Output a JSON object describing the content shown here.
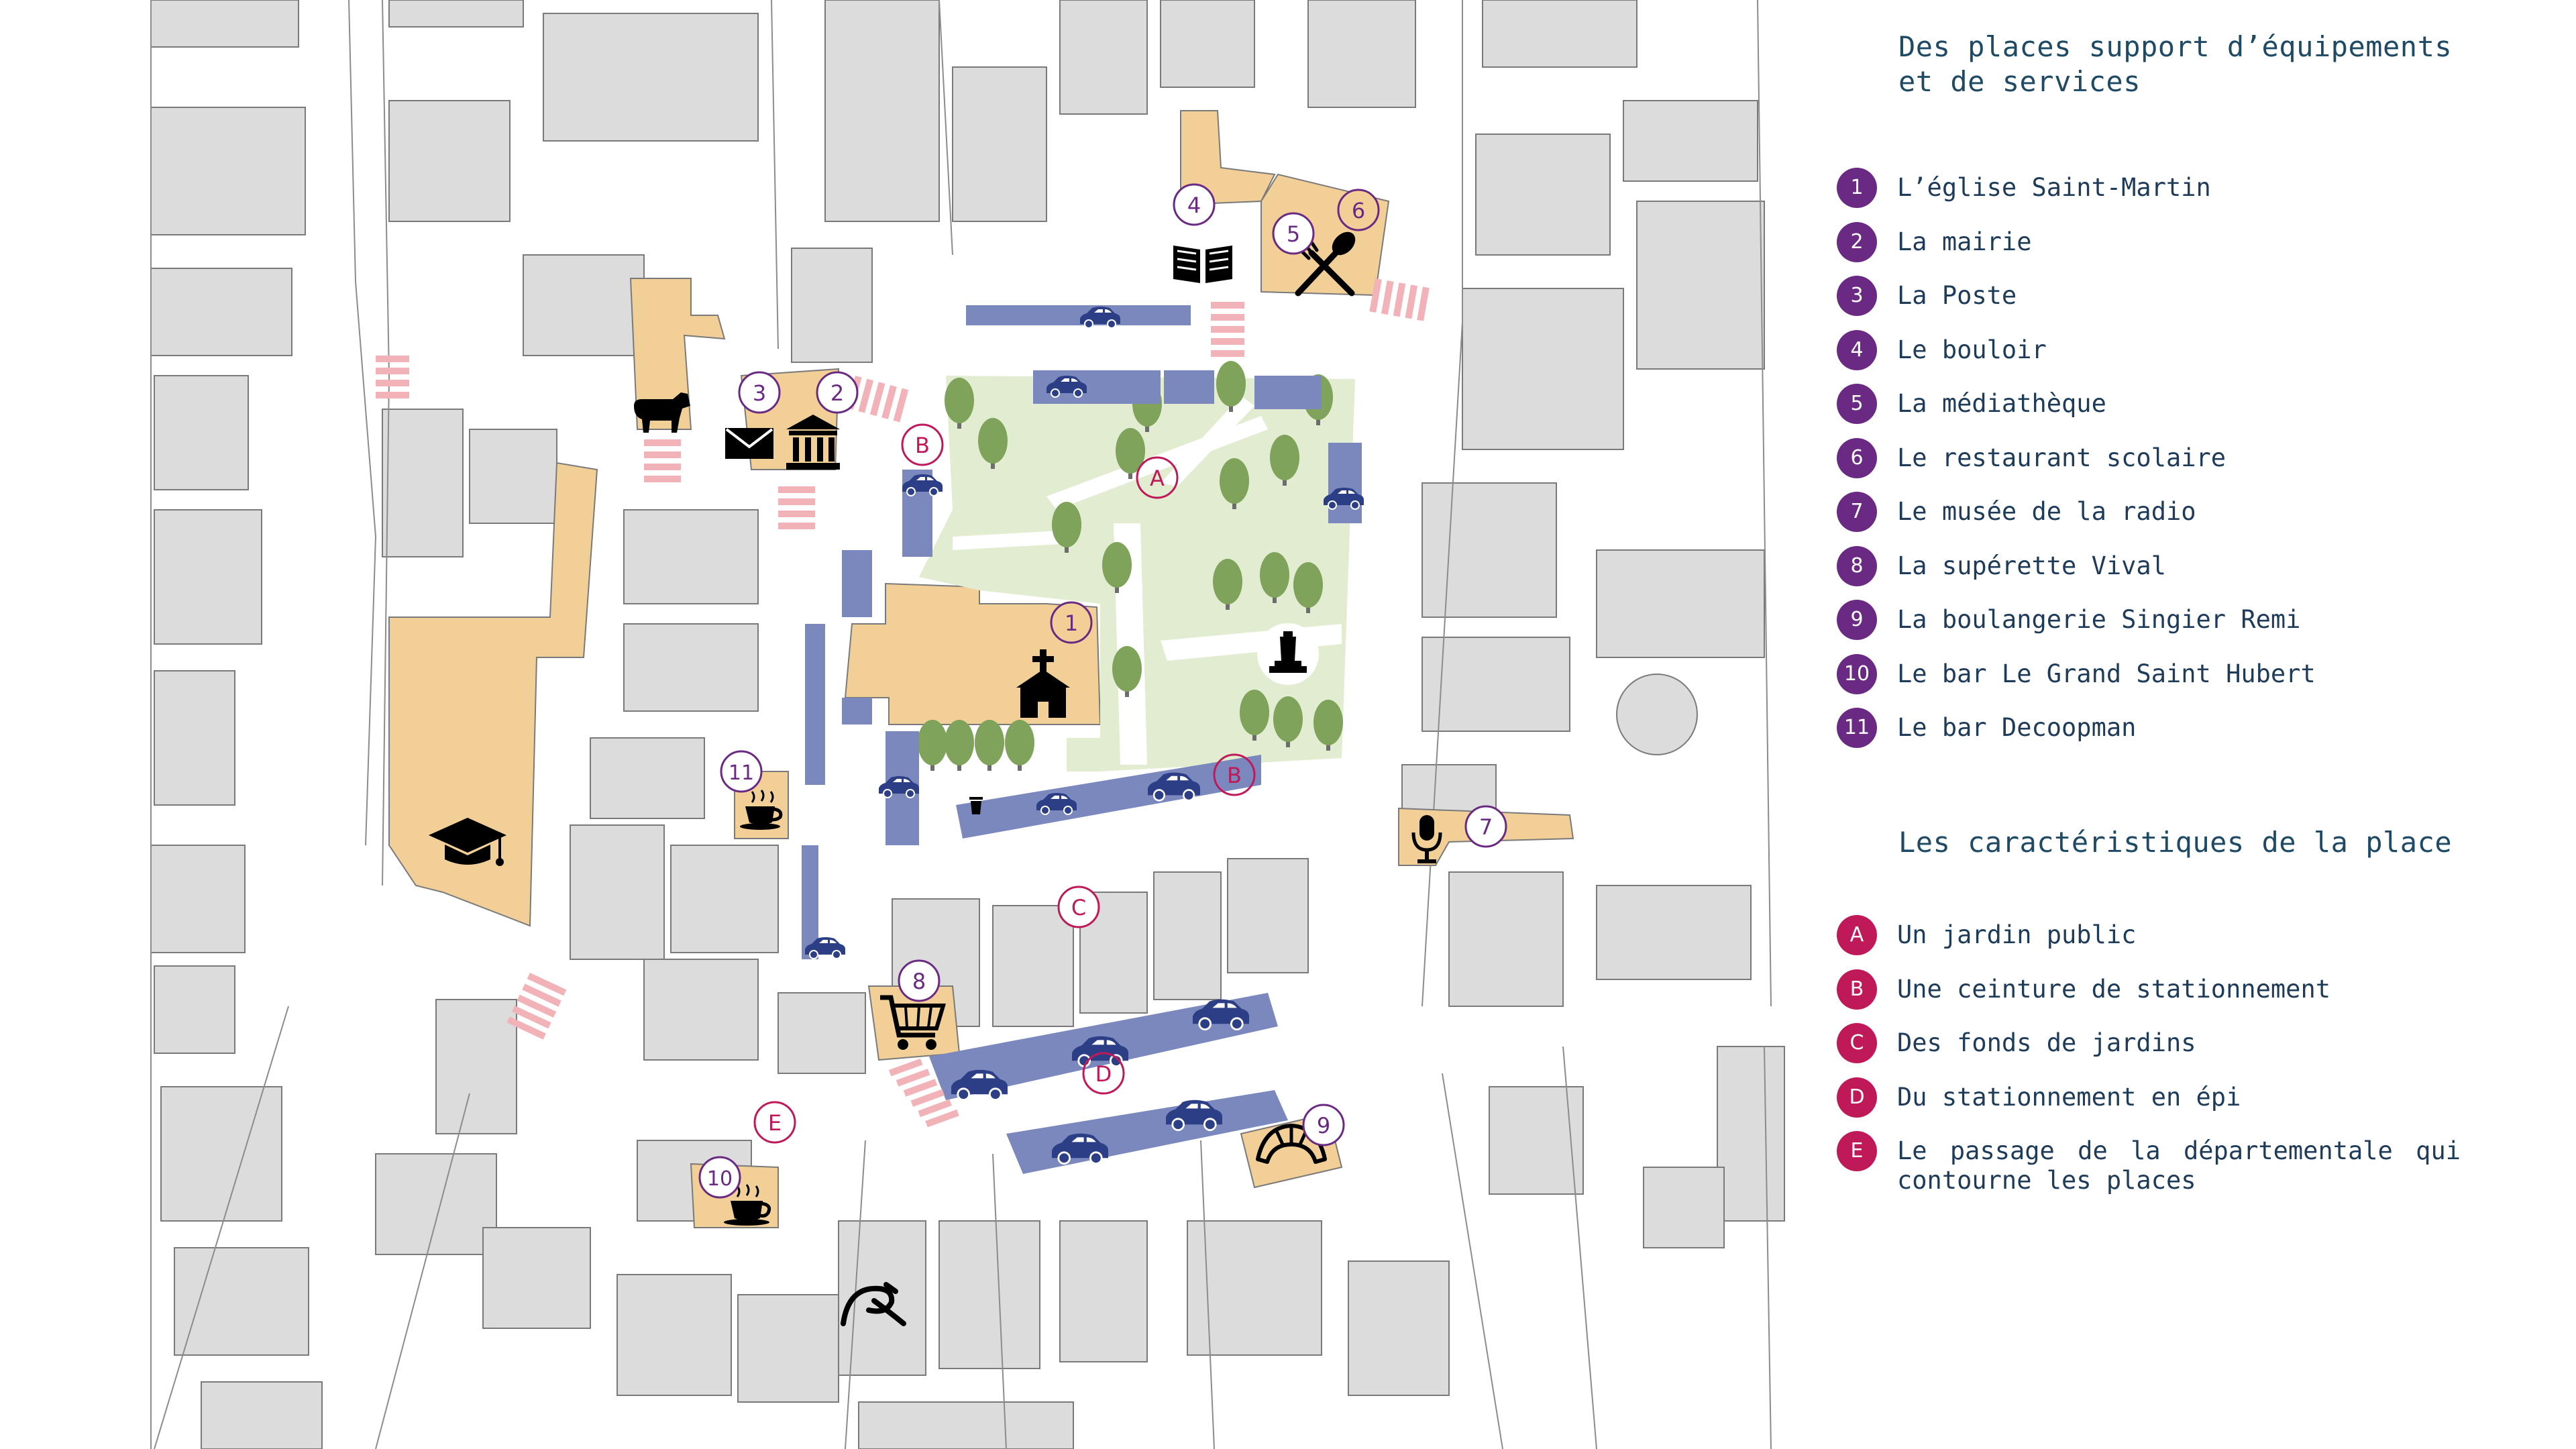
{
  "services_panel": {
    "title_line1": "Des places support d’équipements",
    "title_line2": "et de services",
    "badge_color": "#6a2a84",
    "items": [
      {
        "num": "1",
        "label": "L’église Saint-Martin"
      },
      {
        "num": "2",
        "label": "La mairie"
      },
      {
        "num": "3",
        "label": "La Poste"
      },
      {
        "num": "4",
        "label": "Le bouloir"
      },
      {
        "num": "5",
        "label": "La médiathèque"
      },
      {
        "num": "6",
        "label": "Le restaurant scolaire"
      },
      {
        "num": "7",
        "label": "Le musée de la radio"
      },
      {
        "num": "8",
        "label": "La supérette Vival"
      },
      {
        "num": "9",
        "label": "La boulangerie Singier Remi"
      },
      {
        "num": "10",
        "label": "Le bar Le Grand Saint Hubert"
      },
      {
        "num": "11",
        "label": "Le bar Decoopman"
      }
    ]
  },
  "features_panel": {
    "title": "Les caractéristiques de la place",
    "badge_color": "#c0195a",
    "items": [
      {
        "letter": "A",
        "label": "Un jardin public"
      },
      {
        "letter": "B",
        "label": "Une ceinture de stationnement"
      },
      {
        "letter": "C",
        "label": "Des fonds de jardins"
      },
      {
        "letter": "D",
        "label": "Du stationnement en épi"
      },
      {
        "letter": "E",
        "label": "Le passage de la départementale qui contourne les places"
      }
    ]
  },
  "map": {
    "colors": {
      "building": "#dcdcdc",
      "equipment": "#f3cf98",
      "garden": "#e1ecd0",
      "parking": "#7b88be",
      "crosswalk": "#f2b3b8",
      "tree": "#7fa35a",
      "purple": "#6a2a84",
      "crimson": "#c0195a",
      "car": "#2c3f86",
      "plot_line": "#8c8c8c"
    },
    "service_markers": [
      "1",
      "2",
      "3",
      "4",
      "5",
      "6",
      "7",
      "8",
      "9",
      "10",
      "11"
    ],
    "feature_markers": [
      "A",
      "B",
      "B",
      "C",
      "D",
      "E"
    ],
    "icons": [
      "church-icon",
      "town-hall-icon",
      "mail-icon",
      "cow-icon",
      "book-icon",
      "cutlery-icon",
      "microphone-icon",
      "shopping-cart-icon",
      "croissant-icon",
      "coffee-cup-icon",
      "graduation-cap-icon",
      "monument-icon",
      "trash-icon",
      "bird-logo-icon"
    ]
  }
}
